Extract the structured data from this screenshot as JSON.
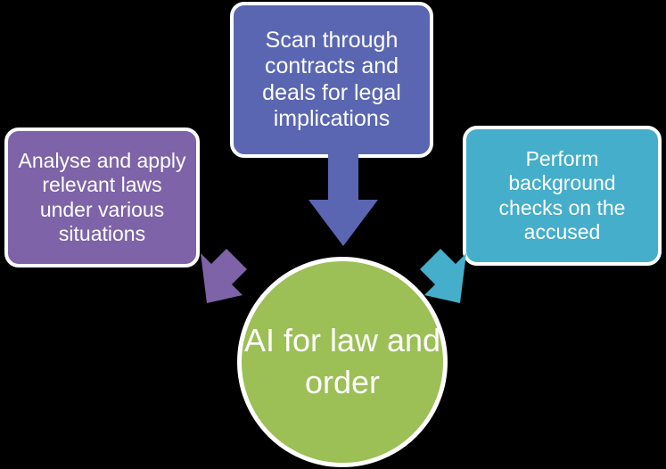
{
  "diagram": {
    "title": "AI for law and order",
    "background_color": "#000000",
    "center": {
      "label": "AI for\nlaw and\norder",
      "label_lines": [
        "AI for",
        "law and",
        "order"
      ],
      "color": "#9CBF56",
      "text_color": "#FFFFFF",
      "shape": "circle"
    },
    "nodes": [
      {
        "id": "left",
        "label": "Analyse and apply relevant laws under various situations",
        "label_lines": [
          "Analyse and",
          "apply relevant",
          "laws under",
          "various situations"
        ],
        "color": "#7E63A8",
        "text_color": "#FFFFFF",
        "shape": "rounded-rectangle",
        "position": "left"
      },
      {
        "id": "top",
        "label": "Scan through contracts and deals for legal implications",
        "label_lines": [
          "Scan through",
          "contracts and",
          "deals for legal",
          "implications"
        ],
        "color": "#5A66B2",
        "text_color": "#FFFFFF",
        "shape": "rounded-rectangle",
        "position": "top"
      },
      {
        "id": "right",
        "label": "Perform background checks on the accused",
        "label_lines": [
          "Perform",
          "background",
          "checks on the",
          "accused"
        ],
        "color": "#45AECB",
        "text_color": "#FFFFFF",
        "shape": "rounded-rectangle",
        "position": "right"
      }
    ],
    "arrows": [
      {
        "id": "left-to-center",
        "from": "left",
        "to": "center",
        "direction": "down-right",
        "color": "#7E63A8"
      },
      {
        "id": "top-to-center",
        "from": "top",
        "to": "center",
        "direction": "down",
        "color": "#5A66B2"
      },
      {
        "id": "right-to-center",
        "from": "right",
        "to": "center",
        "direction": "down-left",
        "color": "#45AECB"
      }
    ]
  }
}
